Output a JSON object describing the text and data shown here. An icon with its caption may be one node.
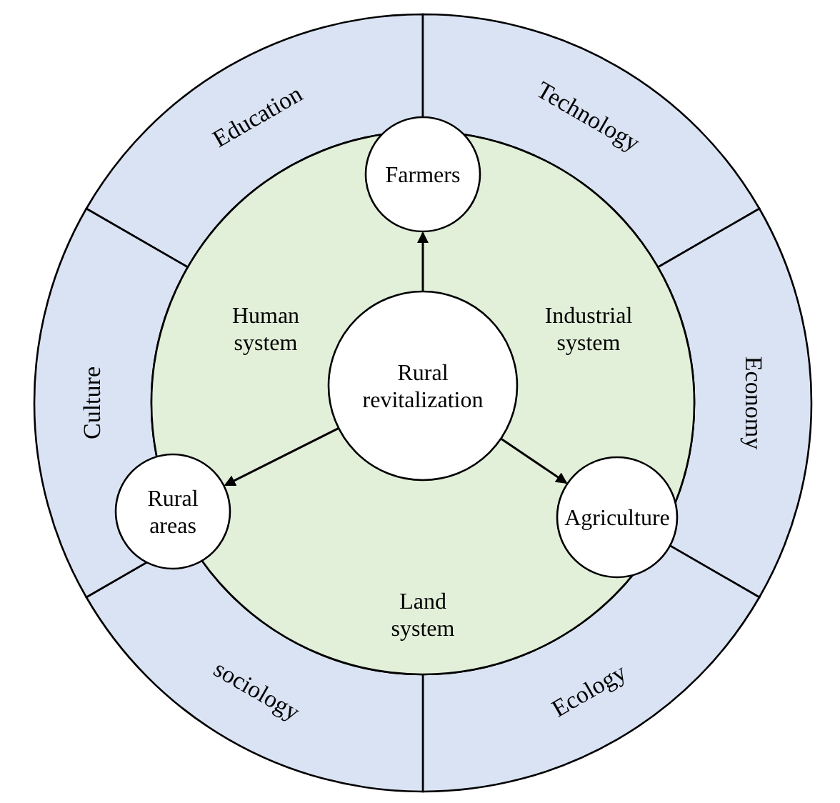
{
  "diagram": {
    "nodes": [
      {
        "text": [
          "Education"
        ]
      },
      {
        "text": [
          "Technology"
        ]
      },
      {
        "text": [
          "Economy"
        ]
      },
      {
        "text": [
          "Ecology"
        ]
      },
      {
        "text": [
          "sociology"
        ]
      },
      {
        "text": [
          "Culture"
        ]
      },
      {
        "text": [
          "Human system",
          "Industrial system",
          "Land system"
        ]
      },
      {
        "text": [
          "Farmers"
        ],
        "in": 6
      },
      {
        "text": [
          "Rural revitalization"
        ],
        "in": 6
      },
      {
        "text": [
          "Rural areas"
        ],
        "in": 6
      },
      {
        "text": [
          "Agriculture"
        ],
        "in": 6
      }
    ],
    "edges": [
      {
        "from": 8,
        "to": 7,
        "arrow": "to"
      },
      {
        "from": 8,
        "to": 9,
        "arrow": "to"
      },
      {
        "from": 8,
        "to": 10,
        "arrow": "to"
      }
    ]
  }
}
